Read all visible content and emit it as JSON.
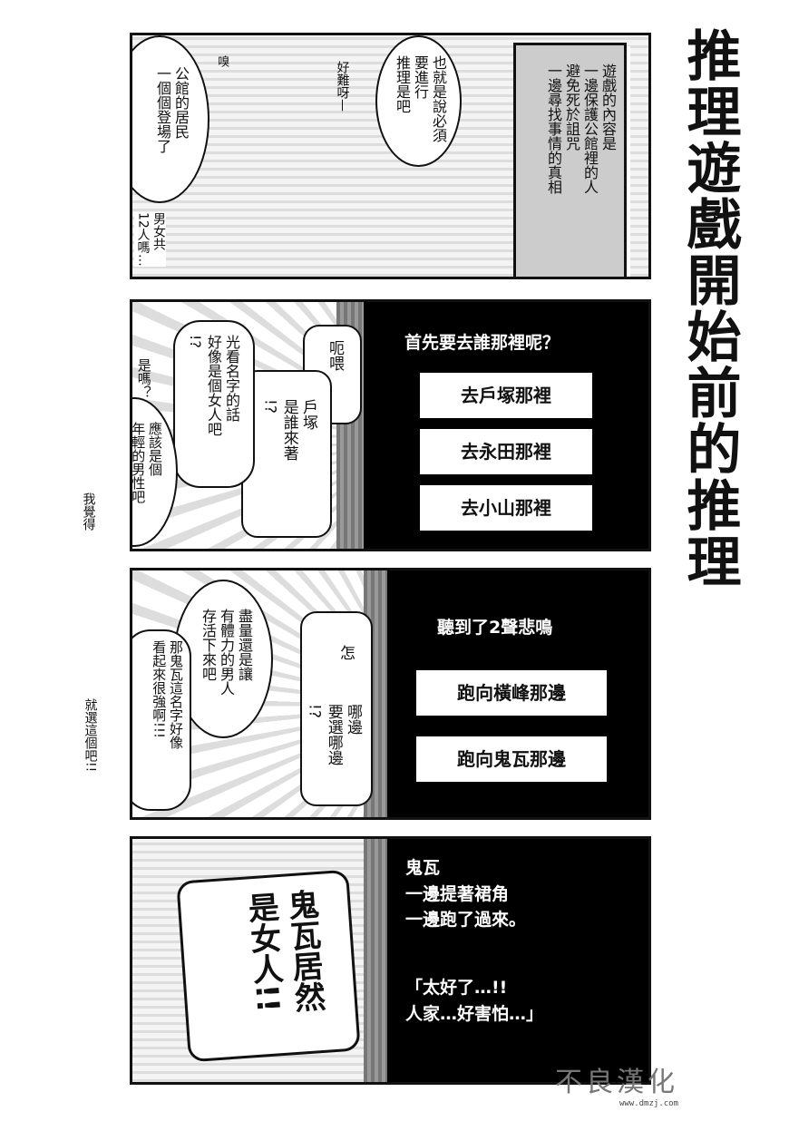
{
  "title": "推理遊戲開始前的推理",
  "panel1": {
    "narration": "遊戲的內容是\n一邊保護公館裡的人\n避免死於詛咒\n一邊尋找事情的真相",
    "bubble_boy": "也就是說必須\n要進行\n推理是吧",
    "aside_girl": "好難呀—",
    "sfx": "嗅",
    "bubble_left": "公館的居民\n一個個登場了",
    "aside_left": "男女共\n12人嗎…"
  },
  "panel2": {
    "question": "首先要去誰那裡呢？",
    "options": [
      "去戶塚那裡",
      "去永田那裡",
      "去小山那裡"
    ],
    "bubble_eh": "呃喂",
    "bubble_who": "戶塚\n是誰來著\n!?",
    "bubble_woman": "光看名字的話\n好像是個女人吧\n!?",
    "aside_really": "是嗎？",
    "bubble_man": "應該是個\n年輕的男性吧",
    "aside_think": "我覺得"
  },
  "panel3": {
    "question": "聽到了2聲悲鳴",
    "options": [
      "跑向橫峰那邊",
      "跑向鬼瓦那邊"
    ],
    "bubble_how": "怎",
    "bubble_which": "哪邊\n要選哪邊\n!?",
    "bubble_strong": "盡量還是讓\n有體力的男人\n存活下來吧",
    "bubble_onigawara": "那鬼瓦這名字好像\n看起來很強啊!!!",
    "aside_choose": "就選這個吧!!"
  },
  "panel4": {
    "narration": "鬼瓦\n一邊提著裙角\n一邊跑了過來。",
    "quote": "「太好了…!!\n人家…好害怕…」",
    "shout": "鬼瓦居然\n是女人!!"
  },
  "watermark": {
    "logo": "不良漢化",
    "url": "www.dmzj.com"
  }
}
